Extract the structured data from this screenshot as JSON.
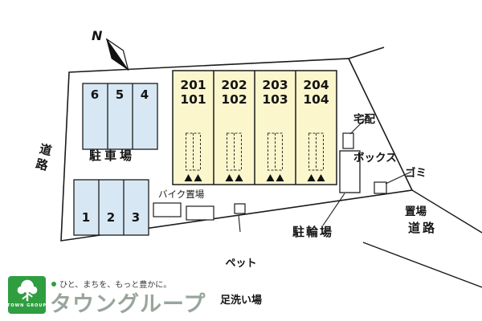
{
  "plan": {
    "compass_n": "N",
    "road_left": "道路",
    "road_right": "道路",
    "parking_area_label": "駐車場",
    "parking_upper": [
      "6",
      "5",
      "4"
    ],
    "parking_lower": [
      "1",
      "2",
      "3"
    ],
    "units": [
      {
        "line1": "201",
        "line2": "101"
      },
      {
        "line1": "202",
        "line2": "102"
      },
      {
        "line1": "203",
        "line2": "103"
      },
      {
        "line1": "204",
        "line2": "104"
      }
    ],
    "bike_storage_label": "バイク置場",
    "pet_wash_label": [
      "ペット",
      "足洗い場"
    ],
    "bicycle_parking_label": "駐輪場",
    "delivery_box_label": [
      "宅配",
      "ボックス"
    ],
    "garbage_label": [
      "ゴミ",
      "置場"
    ]
  },
  "logo": {
    "tagline": "ひと、まちを、もっと豊かに。",
    "brand": "タウングループ",
    "mark_text": "TOWN GROUP"
  },
  "colors": {
    "parking_fill": "#d7e8f4",
    "building_fill": "#fcf6cd",
    "line": "#1b1b1b",
    "brand_green": "#2f9e41",
    "brand_text": "#98a59b"
  }
}
